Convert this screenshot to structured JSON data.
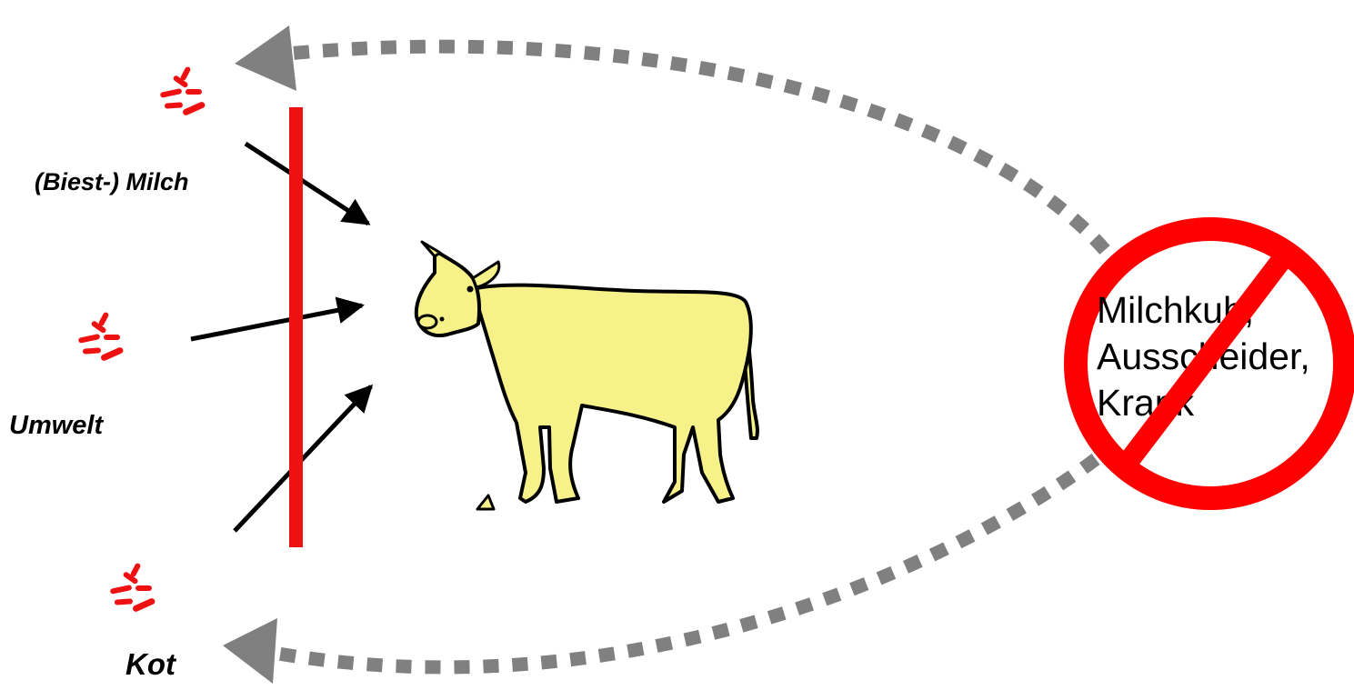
{
  "sources": {
    "milk": "(Biest-) Milch",
    "environment": "Umwelt",
    "feces": "Kot"
  },
  "origin": {
    "lines": [
      "Milchkuh,",
      "Ausscheider,",
      "Krank"
    ]
  },
  "icons": {
    "pathogen": "bacteria-icon",
    "animal": "calf-icon",
    "prohibition": "no-sign-icon"
  },
  "colors": {
    "barrier": "#ee1111",
    "pathogen": "#ee1111",
    "prohibition": "#ff0000",
    "calf_fill": "#f7f18a",
    "dashed_arrow": "#808080",
    "arrow": "#000000"
  }
}
